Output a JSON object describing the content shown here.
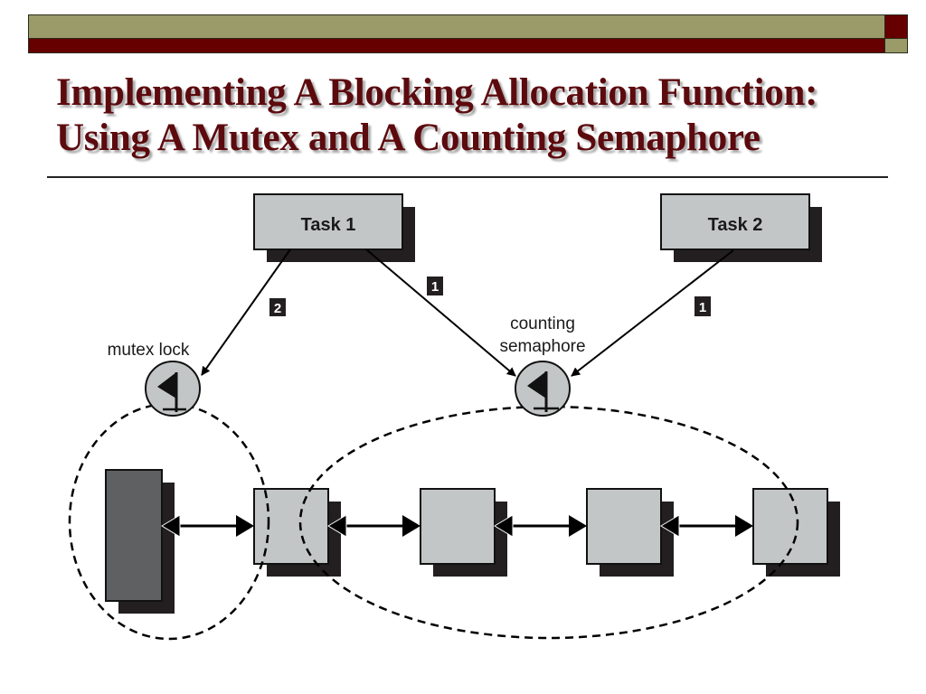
{
  "slide": {
    "title_lines": [
      "Implementing A Blocking Allocation Function:",
      "Using A Mutex and A Counting Semaphore"
    ],
    "colors": {
      "header_olive": "#9b9b6a",
      "header_red": "#660000",
      "title_text": "#5c0a0e",
      "box_fill": "#c3c6c7",
      "shadow": "#231f20",
      "dark_block": "#5f6062"
    }
  },
  "diagram": {
    "tasks": [
      {
        "id": "task1",
        "label": "Task 1"
      },
      {
        "id": "task2",
        "label": "Task 2"
      }
    ],
    "sync_objects": [
      {
        "id": "mutex",
        "label_lines": [
          "mutex lock"
        ],
        "icon": "flag-icon"
      },
      {
        "id": "semaphore",
        "label_lines": [
          "counting",
          "semaphore"
        ],
        "icon": "flag-icon"
      }
    ],
    "edges": [
      {
        "from": "task1",
        "to": "mutex",
        "step": "2"
      },
      {
        "from": "task1",
        "to": "semaphore",
        "step": "1"
      },
      {
        "from": "task2",
        "to": "semaphore",
        "step": "1"
      }
    ],
    "resources": [
      {
        "id": "list-head",
        "kind": "dark-block"
      },
      {
        "id": "block-1",
        "kind": "block"
      },
      {
        "id": "block-2",
        "kind": "block"
      },
      {
        "id": "block-3",
        "kind": "block"
      },
      {
        "id": "block-4",
        "kind": "block"
      }
    ],
    "regions": [
      {
        "id": "mutex-region",
        "guards": "list-head"
      },
      {
        "id": "semaphore-region",
        "guards": "blocks"
      }
    ]
  }
}
